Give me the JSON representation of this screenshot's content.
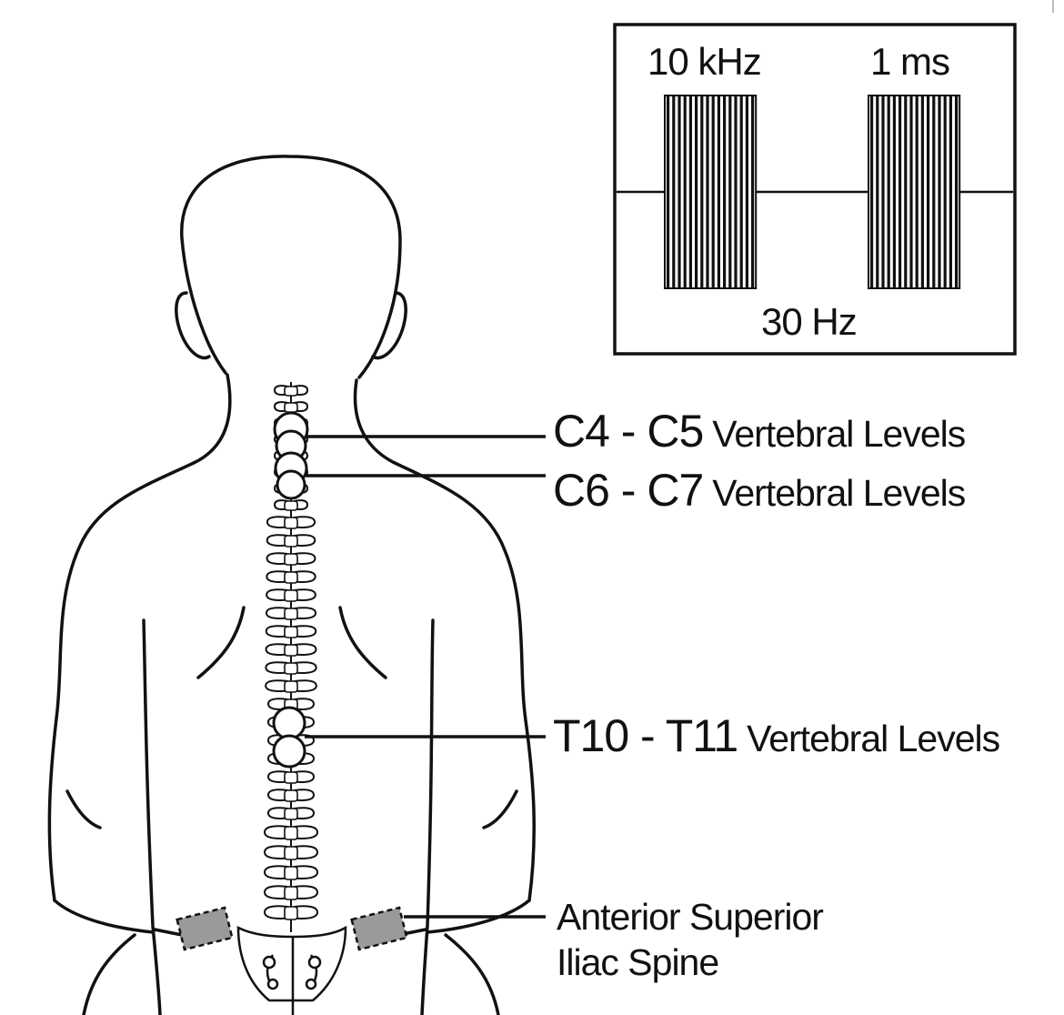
{
  "waveform": {
    "frequency_label": "10 kHz",
    "duration_label": "1 ms",
    "repetition_label": "30 Hz"
  },
  "labels": [
    {
      "level": "C4 - C5",
      "suffix": "Vertebral Levels"
    },
    {
      "level": "C6 - C7",
      "suffix": "Vertebral Levels"
    },
    {
      "level": "T10 - T11",
      "suffix": "Vertebral Levels"
    }
  ],
  "reference": {
    "line1": "Anterior Superior",
    "line2": "Iliac Spine"
  },
  "colors": {
    "ink": "#111111",
    "pad_fill": "#9a9a9a",
    "background": "#ffffff"
  }
}
